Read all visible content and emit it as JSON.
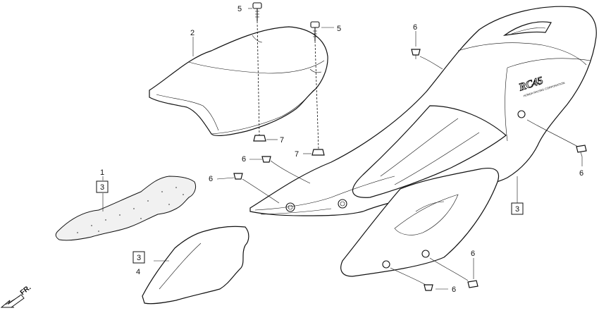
{
  "callouts": {
    "n1": "1",
    "n2": "2",
    "n3_box_cowl": "3",
    "n3_box_left": "3",
    "n3_box_lower": "3",
    "n4": "4",
    "n5_a": "5",
    "n5_b": "5",
    "n6_top": "6",
    "n6_right": "6",
    "n6_mid_a": "6",
    "n6_mid_b": "6",
    "n6_low_a": "6",
    "n6_low_b": "6",
    "n7_a": "7",
    "n7_b": "7"
  },
  "direction": {
    "label": "FR."
  },
  "cowl_logo": {
    "text": "RC45",
    "subtext": "HONDA RACING CORPORATION"
  }
}
